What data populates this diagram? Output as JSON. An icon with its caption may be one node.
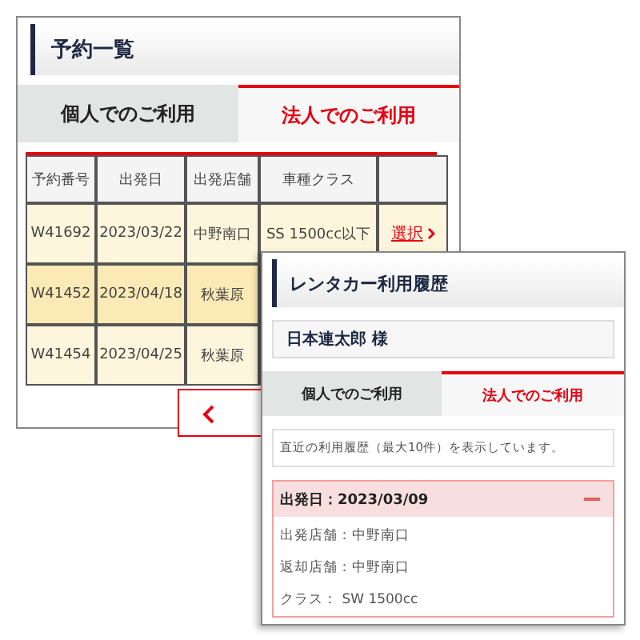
{
  "diagram": {
    "labels": [
      "予約一覧",
      "個人でのご利用",
      "法人でのご利用",
      "予約番号",
      "出発日",
      "出発店舗",
      "車種クラス",
      "W41692",
      "2023/03/22",
      "中野南口",
      "SS 1500cc以下",
      "選択",
      "W41452",
      "2023/04/18",
      "秋葉原",
      "W41454",
      "2023/04/25",
      "秋葉原",
      "レンタカー利用履歴",
      "日本連太郎 様",
      "個人でのご利用",
      "法人でのご利用",
      "直近の利用履歴（最大10件）を表示しています。",
      "出発日：2023/03/09",
      "出発店舗：中野南口",
      "返却店舗：中野南口",
      "クラス： SW 1500cc"
    ]
  }
}
